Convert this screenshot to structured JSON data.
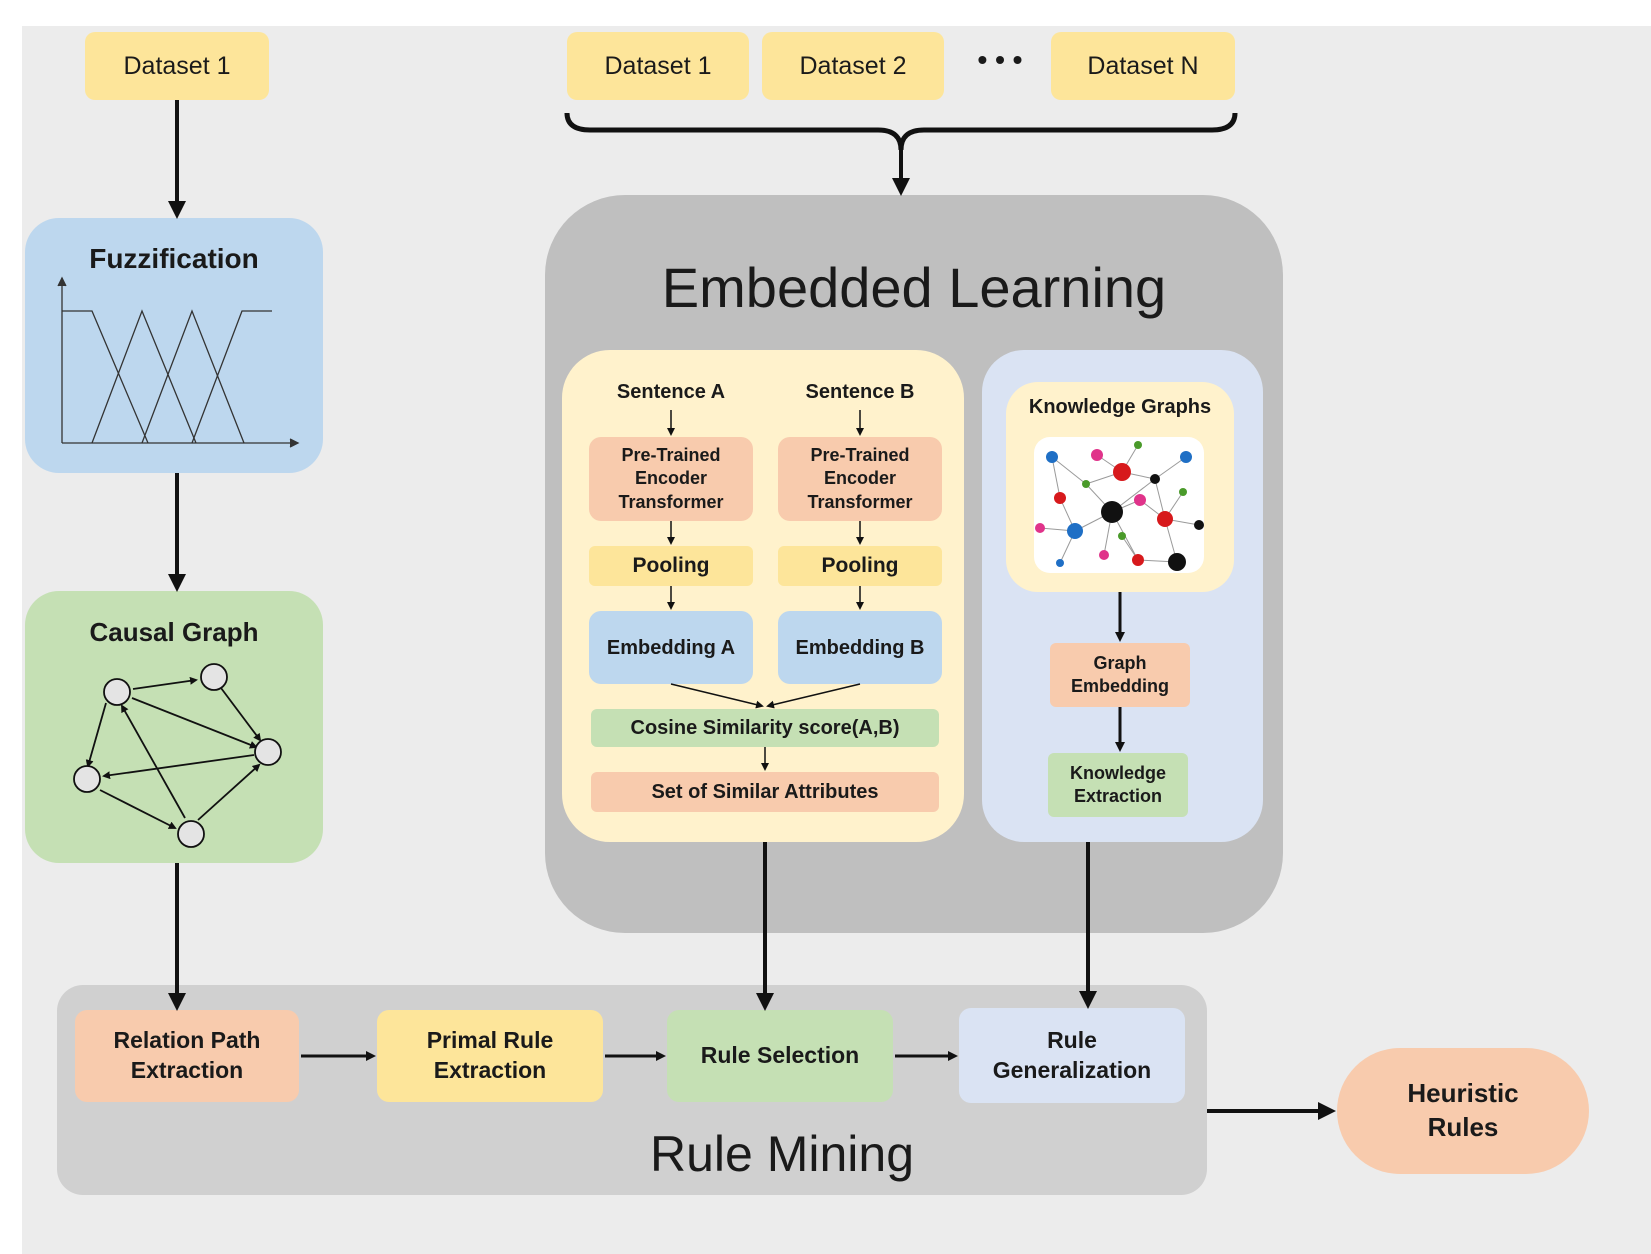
{
  "inputs": {
    "left_dataset": "Dataset 1",
    "top_datasets": [
      "Dataset 1",
      "Dataset 2",
      "Dataset N"
    ],
    "ellipsis": "• • •"
  },
  "fuzzification": {
    "title": "Fuzzification"
  },
  "causal_graph": {
    "title": "Causal Graph"
  },
  "embedded_learning": {
    "title": "Embedded Learning",
    "sentence_a": "Sentence A",
    "sentence_b": "Sentence B",
    "encoder": "Pre-Trained\nEncoder\nTransformer",
    "pooling": "Pooling",
    "embedding_a": "Embedding A",
    "embedding_b": "Embedding B",
    "cosine": "Cosine Similarity score(A,B)",
    "similar_attrs": "Set of Similar Attributes",
    "knowledge_graphs": "Knowledge Graphs",
    "graph_embedding": "Graph\nEmbedding",
    "knowledge_extraction": "Knowledge\nExtraction"
  },
  "rule_mining": {
    "title": "Rule Mining",
    "relation_path": "Relation Path\nExtraction",
    "primal_rule": "Primal Rule\nExtraction",
    "rule_selection": "Rule Selection",
    "rule_generalization": "Rule\nGeneralization"
  },
  "output": {
    "heuristic_rules": "Heuristic\nRules"
  },
  "colors": {
    "yellow": "#fde59a",
    "orange": "#f8cbad",
    "blue": "#bdd7ee",
    "green": "#c5e0b4",
    "lightblue": "#dae3f3",
    "cream": "#fff2cc",
    "gray": "#bfbfbf",
    "lightgray": "#d0d0d0"
  }
}
